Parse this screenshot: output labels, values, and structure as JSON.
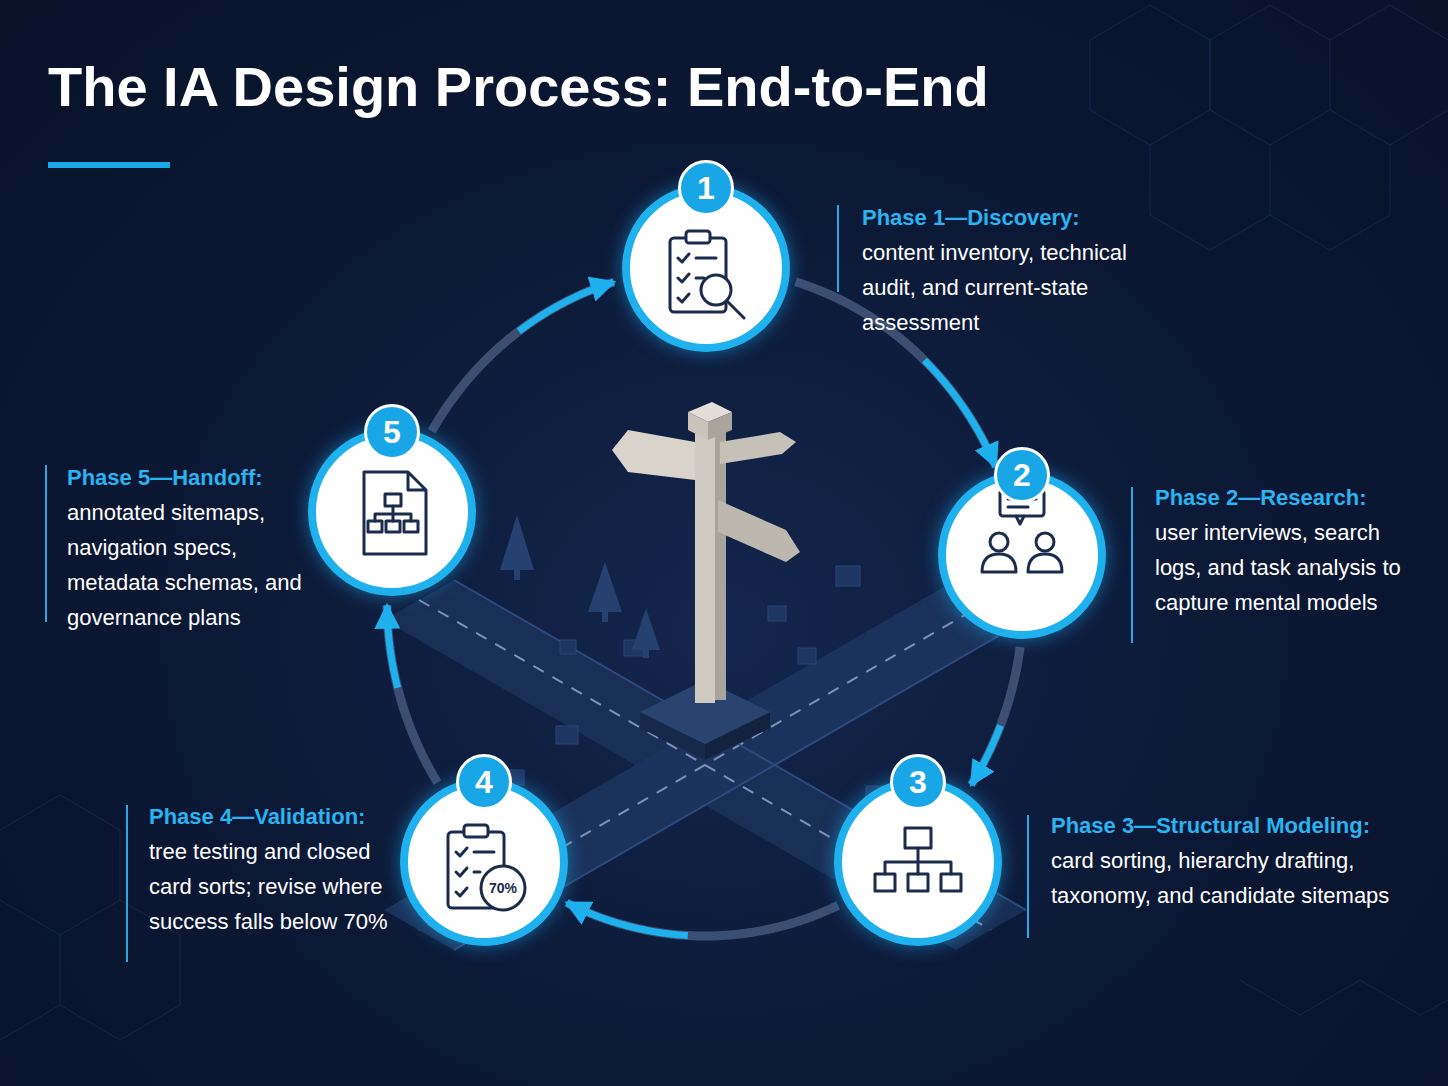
{
  "diagram": {
    "title": "The IA Design Process: End-to-End",
    "nodes": [
      {
        "text": [
          "1",
          "Phase 1—Discovery:",
          "content inventory, technical audit, and current-state assessment"
        ]
      },
      {
        "text": [
          "2",
          "Phase 2—Research:",
          "user interviews, search logs, and task analysis to capture mental models"
        ]
      },
      {
        "text": [
          "3",
          "Phase 3—Structural Modeling:",
          "card sorting, hierarchy drafting, taxonomy, and candidate sitemaps"
        ]
      },
      {
        "text": [
          "4",
          "Phase 4—Validation:",
          "tree testing and closed card sorts; revise where success falls below 70%"
        ]
      },
      {
        "text": [
          "5",
          "Phase 5—Handoff:",
          "annotated sitemaps, navigation specs, metadata schemas, and governance plans"
        ]
      }
    ],
    "edges": [
      {
        "from": 0,
        "to": 1,
        "arrow": "to"
      },
      {
        "from": 1,
        "to": 2,
        "arrow": "to"
      },
      {
        "from": 2,
        "to": 3,
        "arrow": "to"
      },
      {
        "from": 3,
        "to": 4,
        "arrow": "to"
      },
      {
        "from": 4,
        "to": 0,
        "arrow": "to"
      }
    ],
    "labels": [
      "70%"
    ]
  }
}
